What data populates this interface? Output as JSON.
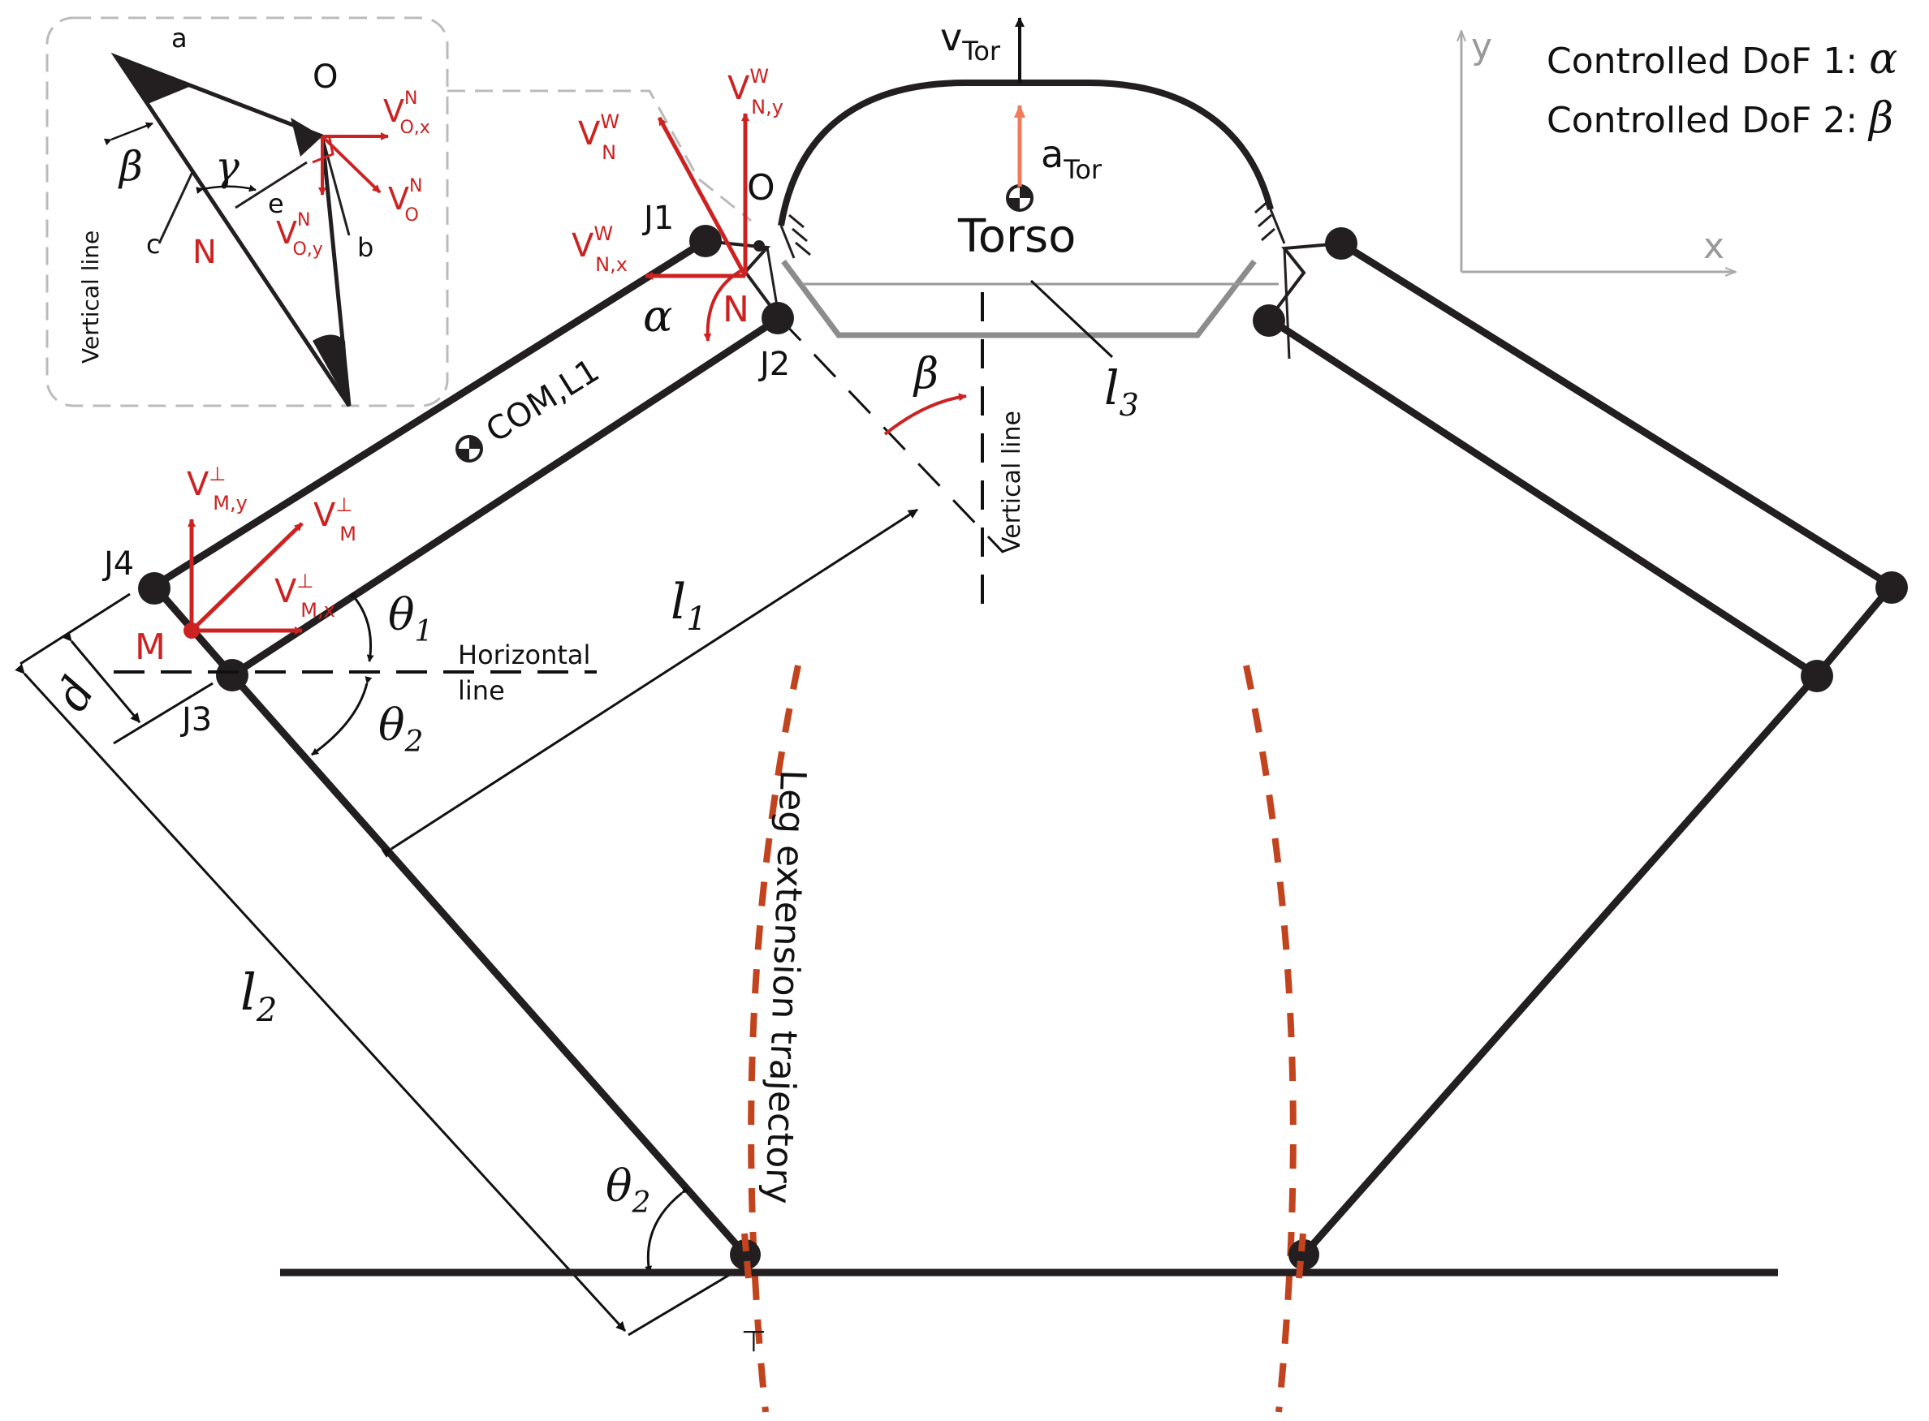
{
  "colors": {
    "structure": "#231f20",
    "vector_red": "#cc2222",
    "accel_orange": "#f07b5a",
    "trajectory": "#c1441e",
    "torso_gray": "#8c8c8c",
    "axis_gray": "#aaaaaa",
    "inset_border": "#bbbbbb"
  },
  "legend": {
    "dof1_text": "Controlled DoF 1: ",
    "dof1_symbol": "α",
    "dof2_text": "Controlled DoF 2: ",
    "dof2_symbol": "β"
  },
  "axes": {
    "y": "y",
    "x": "x"
  },
  "torso": {
    "label": "Torso",
    "velocity": {
      "main": "v",
      "sub": "Tor"
    },
    "acceleration": {
      "main": "a",
      "sub": "Tor"
    }
  },
  "joints": {
    "j1": "J1",
    "j2": "J2",
    "j3": "J3",
    "j4": "J4"
  },
  "points": {
    "o": "O",
    "n": "N",
    "m": "M"
  },
  "lengths": {
    "l1": {
      "main": "l",
      "sub": "1"
    },
    "l2": {
      "main": "l",
      "sub": "2"
    },
    "l3": {
      "main": "l",
      "sub": "3"
    },
    "d": "d"
  },
  "angles": {
    "alpha": "α",
    "beta": "β",
    "theta1": {
      "main": "θ",
      "sub": "1"
    },
    "theta2": {
      "main": "θ",
      "sub": "2"
    },
    "theta2_foot": {
      "main": "θ",
      "sub": "2"
    }
  },
  "com_label": "COM,L1",
  "lines": {
    "horizontal_1": "Horizontal",
    "horizontal_2": "line",
    "vertical_center": "Vertical line"
  },
  "trajectory_label": "Leg extension trajectory",
  "perp_symbol": "⊥",
  "vectors": {
    "v_n_w": {
      "main": "V",
      "sup": "W",
      "sub": "N"
    },
    "v_n_y_w": {
      "main": "V",
      "sup": "W",
      "sub": "N,y"
    },
    "v_n_x_w": {
      "main": "V",
      "sup": "W",
      "sub": "N,x"
    },
    "v_m_y": {
      "main": "V",
      "sup": "⊥",
      "sub": "M,y"
    },
    "v_m": {
      "main": "V",
      "sup": "⊥",
      "sub": "M"
    },
    "v_m_x": {
      "main": "V",
      "sup": "⊥",
      "sub": "M,x"
    }
  },
  "inset": {
    "a": "a",
    "b": "b",
    "c": "c",
    "e": "e",
    "o": "O",
    "n": "N",
    "beta": "β",
    "gamma": "γ",
    "vertical_line": "Vertical line",
    "v_o_x": {
      "main": "V",
      "sup": "N",
      "sub": "O,x"
    },
    "v_o": {
      "main": "V",
      "sup": "N",
      "sub": "O"
    },
    "v_o_y": {
      "main": "V",
      "sup": "N",
      "sub": "O,y"
    }
  }
}
